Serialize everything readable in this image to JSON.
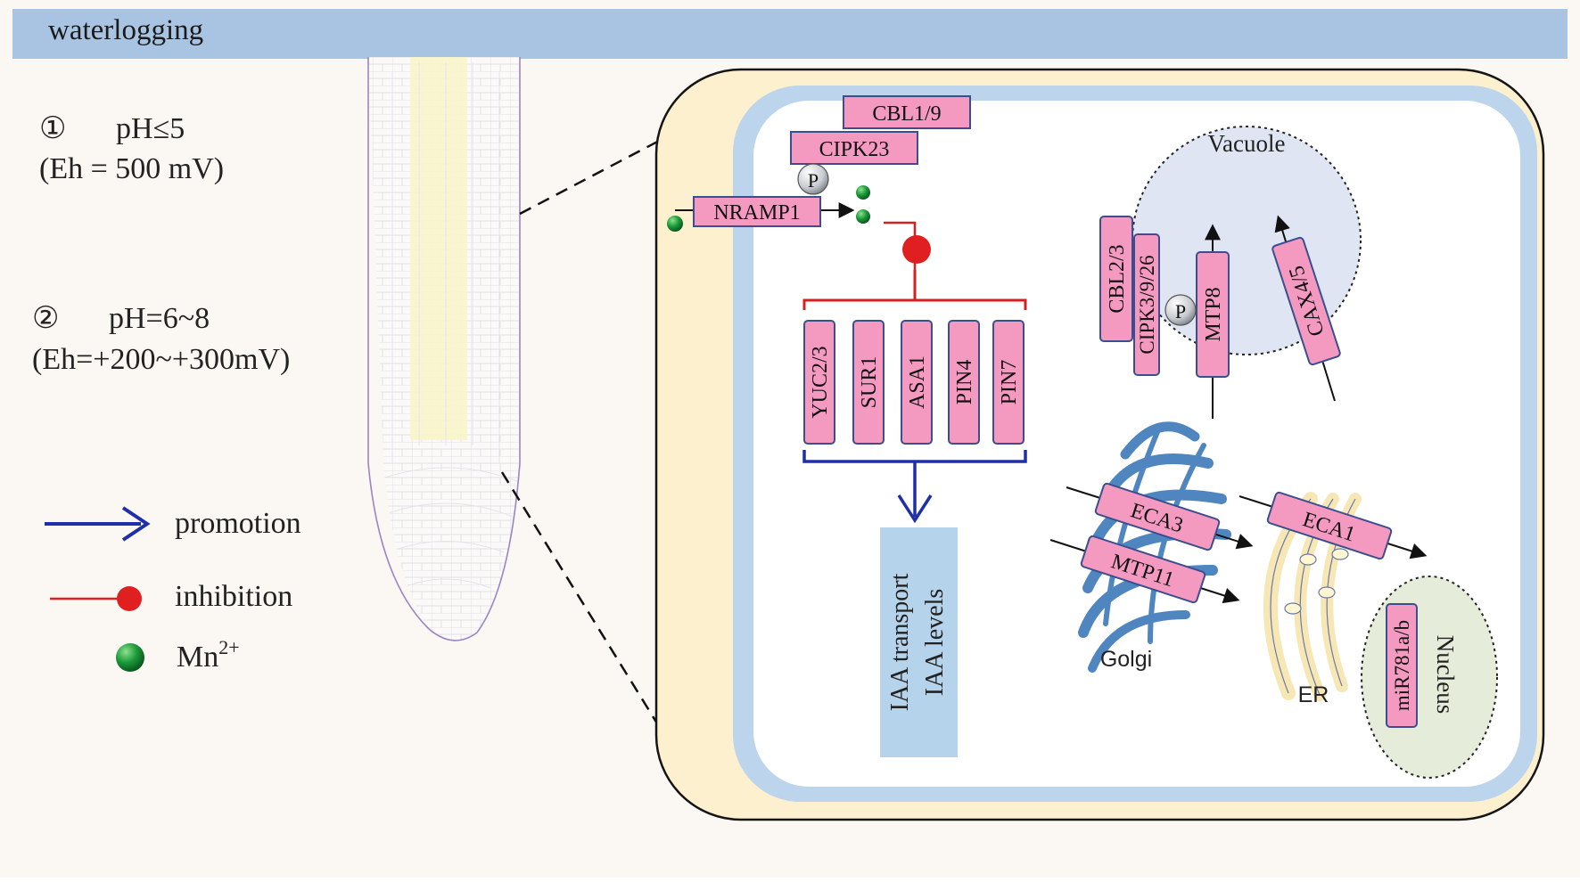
{
  "banner": {
    "title": "waterlogging"
  },
  "conditions": [
    {
      "marker": "①",
      "ph": "pH≤5",
      "eh": "(Eh = 500 mV)"
    },
    {
      "marker": "②",
      "ph": "pH=6~8",
      "eh": "(Eh=+200~+300mV)"
    }
  ],
  "legend": {
    "promotion": "promotion",
    "inhibition": "inhibition",
    "ion": "Mn",
    "ion_charge": "2+"
  },
  "proteins": {
    "cbl19": "CBL1/9",
    "cipk23": "CIPK23",
    "nramp1": "NRAMP1",
    "yuc23": "YUC2/3",
    "sur1": "SUR1",
    "asa1": "ASA1",
    "pin4": "PIN4",
    "pin7": "PIN7",
    "cbl23": "CBL2/3",
    "cipk3926": "CIPK3/9/26",
    "mtp8": "MTP8",
    "cax45": "CAX4/5",
    "eca3": "ECA3",
    "mtp11": "MTP11",
    "eca1": "ECA1",
    "mir781": "miR781a/b"
  },
  "phospho": "P",
  "organelles": {
    "vacuole": "Vacuole",
    "golgi": "Golgi",
    "er": "ER",
    "nucleus": "Nucleus"
  },
  "iaa": {
    "line1": "IAA transport",
    "line2": "IAA levels"
  },
  "colors": {
    "banner": "#a9c4e2",
    "background": "#fbf7f3",
    "cell_wall": "#fdf0cf",
    "membrane": "#bcd4ec",
    "protein_fill": "#f49ac1",
    "protein_stroke": "#3b4f8f",
    "promotion": "#1f2fa8",
    "inhibition": "#e02020",
    "vacuole": "#dfe5f2",
    "nucleus": "#e5ecd9",
    "golgi": "#4f86c0",
    "iaa_box": "#b5d3ea"
  }
}
